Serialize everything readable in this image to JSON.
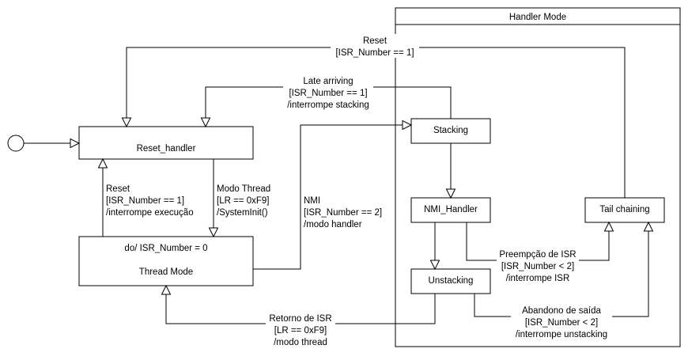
{
  "container": {
    "title": "Handler Mode"
  },
  "states": {
    "reset_handler": "Reset_handler",
    "thread_mode_action": "do/ ISR_Number = 0",
    "thread_mode": "Thread Mode",
    "stacking": "Stacking",
    "nmi_handler": "NMI_Handler",
    "unstacking": "Unstacking",
    "tail_chaining": "Tail chaining"
  },
  "transitions": {
    "reset_top": [
      "Reset",
      "[ISR_Number == 1]"
    ],
    "late_arriving": [
      "Late arriving",
      "[ISR_Number == 1]",
      "/interrompe stacking"
    ],
    "reset_thread": [
      "Reset",
      "[ISR_Number == 1]",
      "/interrompe execução"
    ],
    "modo_thread": [
      "Modo Thread",
      "[LR == 0xF9]",
      "/SystemInit()"
    ],
    "nmi": [
      "NMI",
      "[ISR_Number == 2]",
      "/modo handler"
    ],
    "preempcao": [
      "Preempção de ISR",
      "[ISR_Number < 2]",
      "/interrompe ISR"
    ],
    "abandono": [
      "Abandono de saída",
      "[ISR_Number < 2]",
      "/interrompe unstacking"
    ],
    "retorno": [
      "Retorno de ISR",
      "[LR == 0xF9]",
      "/modo thread"
    ]
  }
}
